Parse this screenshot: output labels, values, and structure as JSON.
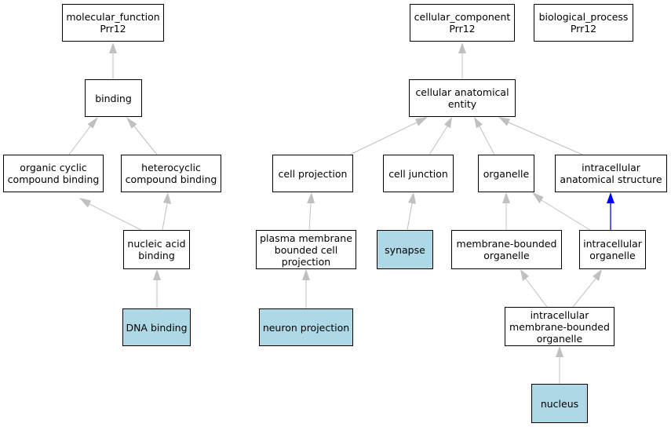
{
  "colors": {
    "edge_default": "#c0c0c0",
    "edge_highlight": "#0000ff",
    "term_highlight": "#add8e6",
    "border": "#000000"
  },
  "nodes": {
    "molecular_function": {
      "line1": "molecular_function",
      "line2": "Prr12"
    },
    "cellular_component": {
      "line1": "cellular_component",
      "line2": "Prr12"
    },
    "biological_process": {
      "line1": "biological_process",
      "line2": "Prr12"
    },
    "binding": {
      "line1": "binding"
    },
    "cellular_anatomical_entity": {
      "line1": "cellular anatomical",
      "line2": "entity"
    },
    "organic_cyclic_compound_binding": {
      "line1": "organic cyclic",
      "line2": "compound binding"
    },
    "heterocyclic_compound_binding": {
      "line1": "heterocyclic",
      "line2": "compound binding"
    },
    "cell_projection": {
      "line1": "cell projection"
    },
    "cell_junction": {
      "line1": "cell junction"
    },
    "organelle": {
      "line1": "organelle"
    },
    "intracellular_anatomical_structure": {
      "line1": "intracellular",
      "line2": "anatomical structure"
    },
    "nucleic_acid_binding": {
      "line1": "nucleic acid",
      "line2": "binding"
    },
    "plasma_membrane_bounded_cell_projection": {
      "line1": "plasma membrane",
      "line2": "bounded cell",
      "line3": "projection"
    },
    "synapse": {
      "line1": "synapse"
    },
    "membrane_bounded_organelle": {
      "line1": "membrane-bounded",
      "line2": "organelle"
    },
    "intracellular_organelle": {
      "line1": "intracellular",
      "line2": "organelle"
    },
    "dna_binding": {
      "line1": "DNA binding"
    },
    "neuron_projection": {
      "line1": "neuron projection"
    },
    "intracellular_membrane_bounded_organelle": {
      "line1": "intracellular",
      "line2": "membrane-bounded",
      "line3": "organelle"
    },
    "nucleus": {
      "line1": "nucleus"
    }
  }
}
